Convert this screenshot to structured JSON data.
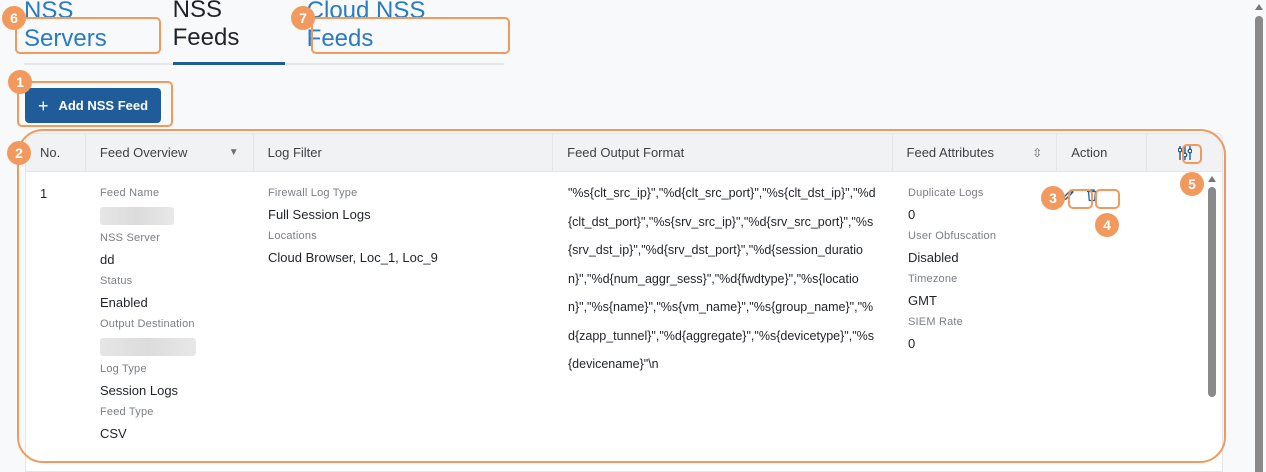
{
  "tabs": [
    {
      "label": "NSS Servers",
      "active": false
    },
    {
      "label": "NSS Feeds",
      "active": true
    },
    {
      "label": "Cloud NSS Feeds",
      "active": false
    }
  ],
  "toolbar": {
    "add_label": "Add NSS Feed",
    "add_icon": "+"
  },
  "table": {
    "headers": {
      "no": "No.",
      "overview": "Feed Overview",
      "log_filter": "Log Filter",
      "output_format": "Feed Output Format",
      "attributes": "Feed Attributes",
      "action": "Action"
    },
    "rows": [
      {
        "no": "1",
        "overview": {
          "feed_name_label": "Feed Name",
          "feed_name_value": "",
          "nss_server_label": "NSS Server",
          "nss_server_value": "dd",
          "status_label": "Status",
          "status_value": "Enabled",
          "output_destination_label": "Output Destination",
          "output_destination_value": "",
          "log_type_label": "Log Type",
          "log_type_value": "Session Logs",
          "feed_type_label": "Feed Type",
          "feed_type_value": "CSV"
        },
        "log_filter": {
          "firewall_log_type_label": "Firewall Log Type",
          "firewall_log_type_value": "Full Session Logs",
          "locations_label": "Locations",
          "locations_value": "Cloud Browser, Loc_1, Loc_9"
        },
        "output_format": "\"%s{clt_src_ip}\",\"%d{clt_src_port}\",\"%s{clt_dst_ip}\",\"%d{clt_dst_port}\",\"%s{srv_src_ip}\",\"%d{srv_src_port}\",\"%s{srv_dst_ip}\",\"%d{srv_dst_port}\",\"%d{session_duration}\",\"%d{num_aggr_sess}\",\"%d{fwdtype}\",\"%s{location}\",\"%s{name}\",\"%s{vm_name}\",\"%s{group_name}\",\"%d{zapp_tunnel}\",\"%d{aggregate}\",\"%s{devicetype}\",\"%s{devicename}\"\\n",
        "attributes": {
          "duplicate_logs_label": "Duplicate Logs",
          "duplicate_logs_value": "0",
          "user_obfuscation_label": "User Obfuscation",
          "user_obfuscation_value": "Disabled",
          "timezone_label": "Timezone",
          "timezone_value": "GMT",
          "siem_rate_label": "SIEM Rate",
          "siem_rate_value": "0"
        }
      }
    ]
  },
  "annotations": [
    "1",
    "2",
    "3",
    "4",
    "5",
    "6",
    "7"
  ],
  "colors": {
    "primary": "#1f5c99",
    "link": "#2a7bc1",
    "annotation": "#f29a5e"
  }
}
